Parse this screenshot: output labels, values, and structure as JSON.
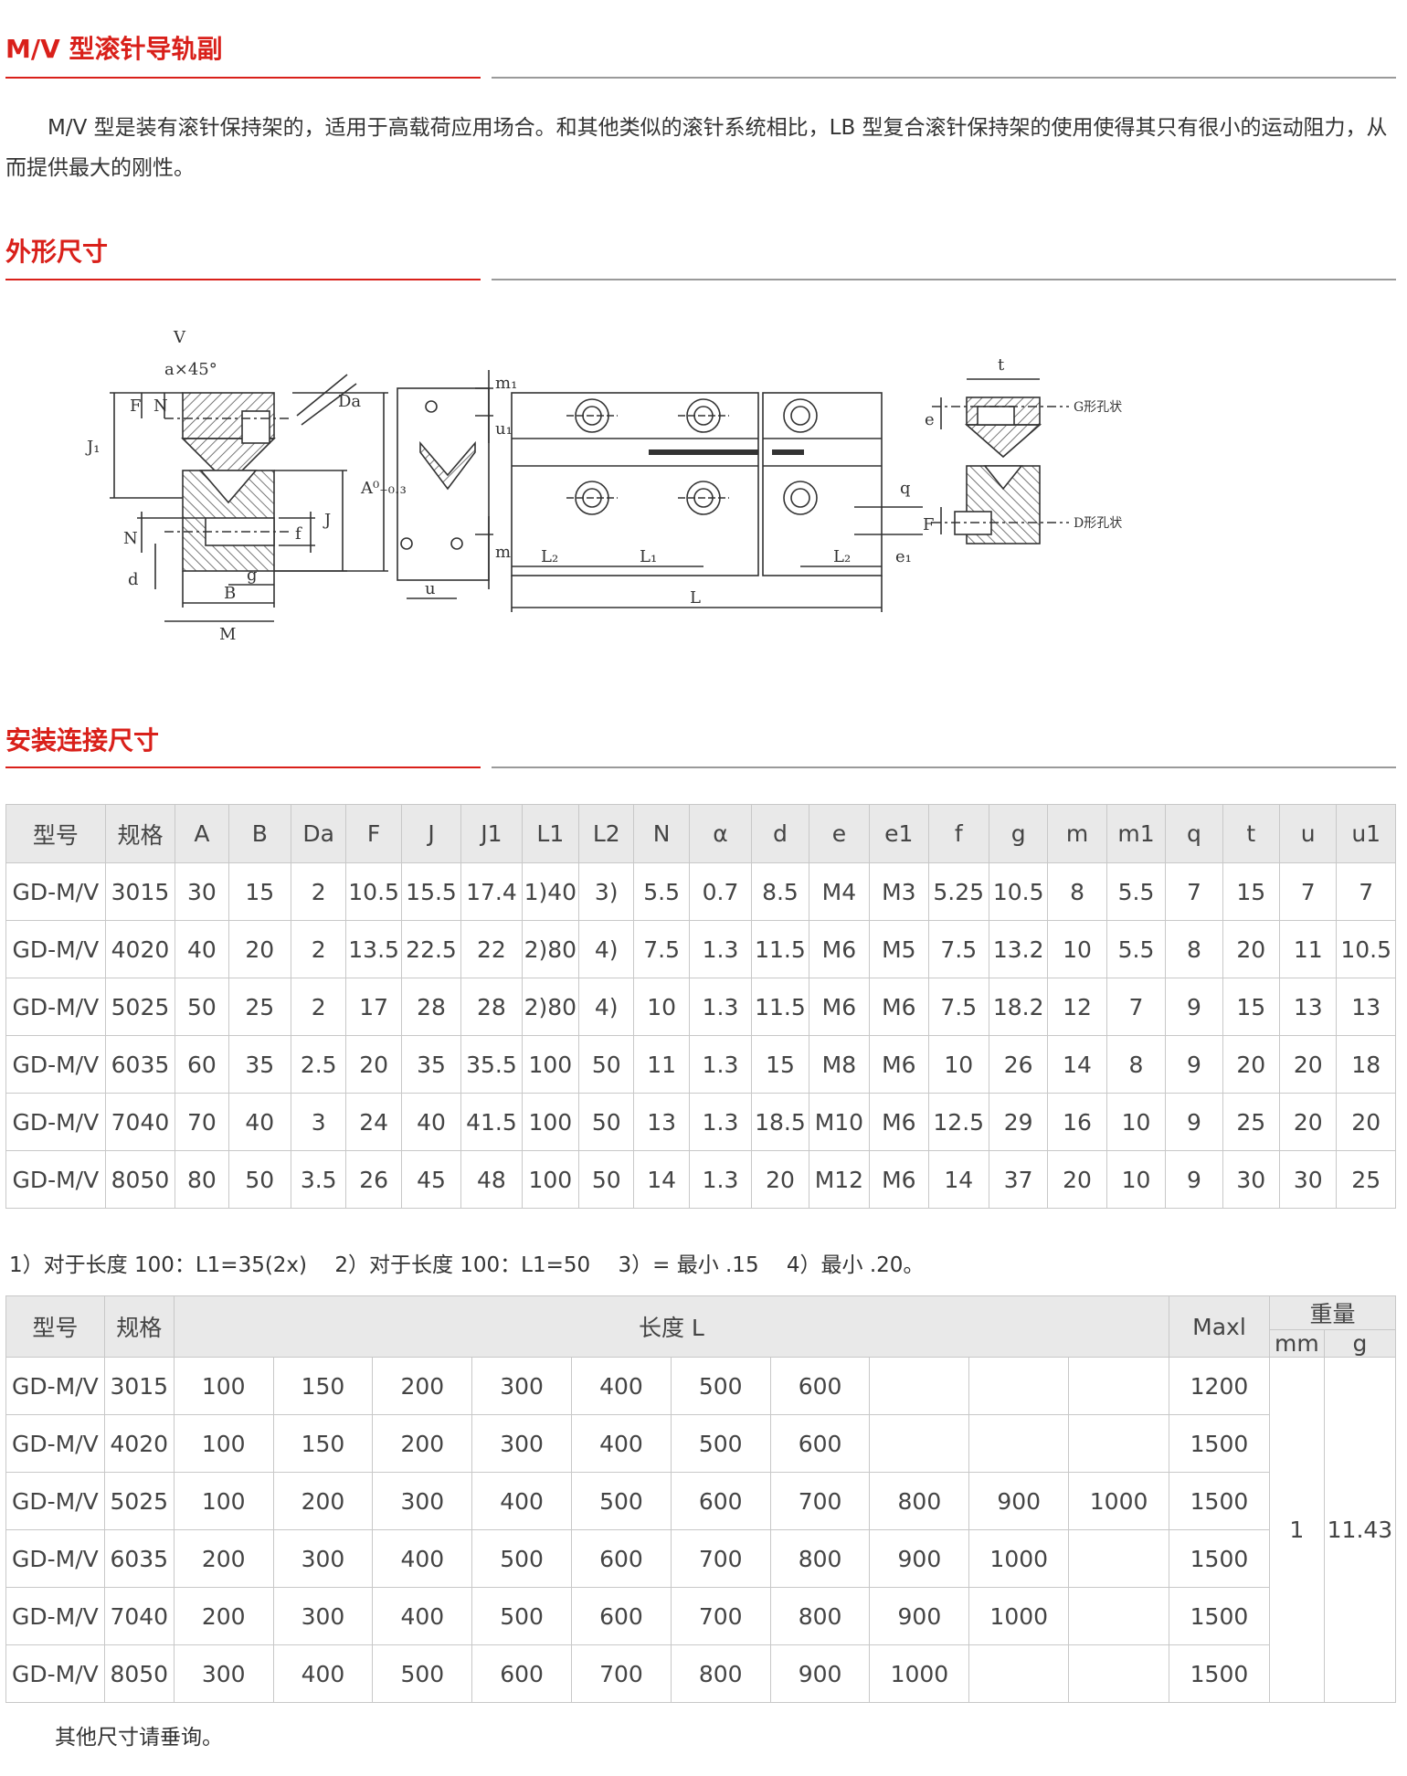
{
  "title": "M/V 型滚针导轨副",
  "intro": "M/V 型是装有滚针保持架的，适用于高载荷应用场合。和其他类似的滚针系统相比，LB 型复合滚针保持架的使用使得其只有很小的运动阻力，从而提供最大的刚性。",
  "section_dimensions": "外形尺寸",
  "section_install": "安装连接尺寸",
  "drawing_labels": {
    "V": "V",
    "ax45": "a×45°",
    "J1": "J₁",
    "F": "F",
    "N": "N",
    "Da": "Da",
    "J": "J",
    "f": "f",
    "A": "A⁰₋₀.₃",
    "d": "d",
    "g": "g",
    "B": "B",
    "M": "M",
    "m1": "m₁",
    "u1": "u₁",
    "m": "m",
    "u": "u",
    "L2": "L₂",
    "L1": "L₁",
    "L": "L",
    "t": "t",
    "e": "e",
    "q": "q",
    "e1": "e₁",
    "G": "G形孔状",
    "D": "D形孔状"
  },
  "table1": {
    "headers": [
      "型号",
      "规格",
      "A",
      "B",
      "Da",
      "F",
      "J",
      "J1",
      "L1",
      "L2",
      "N",
      "α",
      "d",
      "e",
      "e1",
      "f",
      "g",
      "m",
      "m1",
      "q",
      "t",
      "u",
      "u1"
    ],
    "rows": [
      [
        "GD-M/V",
        "3015",
        "30",
        "15",
        "2",
        "10.5",
        "15.5",
        "17.4",
        "1)40",
        "3)",
        "5.5",
        "0.7",
        "8.5",
        "M4",
        "M3",
        "5.25",
        "10.5",
        "8",
        "5.5",
        "7",
        "15",
        "7",
        "7"
      ],
      [
        "GD-M/V",
        "4020",
        "40",
        "20",
        "2",
        "13.5",
        "22.5",
        "22",
        "2)80",
        "4)",
        "7.5",
        "1.3",
        "11.5",
        "M6",
        "M5",
        "7.5",
        "13.2",
        "10",
        "5.5",
        "8",
        "20",
        "11",
        "10.5"
      ],
      [
        "GD-M/V",
        "5025",
        "50",
        "25",
        "2",
        "17",
        "28",
        "28",
        "2)80",
        "4)",
        "10",
        "1.3",
        "11.5",
        "M6",
        "M6",
        "7.5",
        "18.2",
        "12",
        "7",
        "9",
        "15",
        "13",
        "13"
      ],
      [
        "GD-M/V",
        "6035",
        "60",
        "35",
        "2.5",
        "20",
        "35",
        "35.5",
        "100",
        "50",
        "11",
        "1.3",
        "15",
        "M8",
        "M6",
        "10",
        "26",
        "14",
        "8",
        "9",
        "20",
        "20",
        "18"
      ],
      [
        "GD-M/V",
        "7040",
        "70",
        "40",
        "3",
        "24",
        "40",
        "41.5",
        "100",
        "50",
        "13",
        "1.3",
        "18.5",
        "M10",
        "M6",
        "12.5",
        "29",
        "16",
        "10",
        "9",
        "25",
        "20",
        "20"
      ],
      [
        "GD-M/V",
        "8050",
        "80",
        "50",
        "3.5",
        "26",
        "45",
        "48",
        "100",
        "50",
        "14",
        "1.3",
        "20",
        "M12",
        "M6",
        "14",
        "37",
        "20",
        "10",
        "9",
        "30",
        "30",
        "25"
      ]
    ]
  },
  "footnote": "1）对于长度 100：L1=35(2x)　 2）对于长度 100：L1=50　 3）= 最小 .15　 4）最小 .20。",
  "table2": {
    "h_model": "型号",
    "h_spec": "规格",
    "h_length": "长度 L",
    "h_max": "Maxl",
    "h_weight": "重量",
    "h_mm": "mm",
    "h_g": "g",
    "weight_mm": "1",
    "weight_g": "11.43",
    "rows": [
      {
        "model": "GD-M/V",
        "spec": "3015",
        "lengths": [
          "100",
          "150",
          "200",
          "300",
          "400",
          "500",
          "600",
          "",
          "",
          ""
        ],
        "max": "1200"
      },
      {
        "model": "GD-M/V",
        "spec": "4020",
        "lengths": [
          "100",
          "150",
          "200",
          "300",
          "400",
          "500",
          "600",
          "",
          "",
          ""
        ],
        "max": "1500"
      },
      {
        "model": "GD-M/V",
        "spec": "5025",
        "lengths": [
          "100",
          "200",
          "300",
          "400",
          "500",
          "600",
          "700",
          "800",
          "900",
          "1000"
        ],
        "max": "1500"
      },
      {
        "model": "GD-M/V",
        "spec": "6035",
        "lengths": [
          "200",
          "300",
          "400",
          "500",
          "600",
          "700",
          "800",
          "900",
          "1000",
          ""
        ],
        "max": "1500"
      },
      {
        "model": "GD-M/V",
        "spec": "7040",
        "lengths": [
          "200",
          "300",
          "400",
          "500",
          "600",
          "700",
          "800",
          "900",
          "1000",
          ""
        ],
        "max": "1500"
      },
      {
        "model": "GD-M/V",
        "spec": "8050",
        "lengths": [
          "300",
          "400",
          "500",
          "600",
          "700",
          "800",
          "900",
          "1000",
          "",
          ""
        ],
        "max": "1500"
      }
    ]
  },
  "bottom_note": "其他尺寸请垂询。"
}
